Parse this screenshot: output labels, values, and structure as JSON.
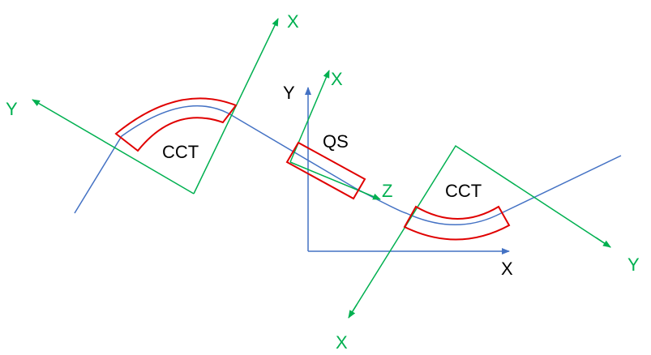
{
  "colors": {
    "beam_path": "#4472C4",
    "local_axes": "#00B050",
    "magnet_outline": "#E00000",
    "global_axes": "#4472C4",
    "label_black": "#000000",
    "label_green": "#00B050"
  },
  "labels": {
    "cct_left": "CCT",
    "cct_right": "CCT",
    "qs": "QS",
    "global_x": "X",
    "global_y": "Y",
    "left_frame_x": "X",
    "left_frame_y": "Y",
    "middle_frame_x": "X",
    "middle_frame_z": "Z",
    "right_frame_x": "X",
    "right_frame_y": "Y"
  }
}
